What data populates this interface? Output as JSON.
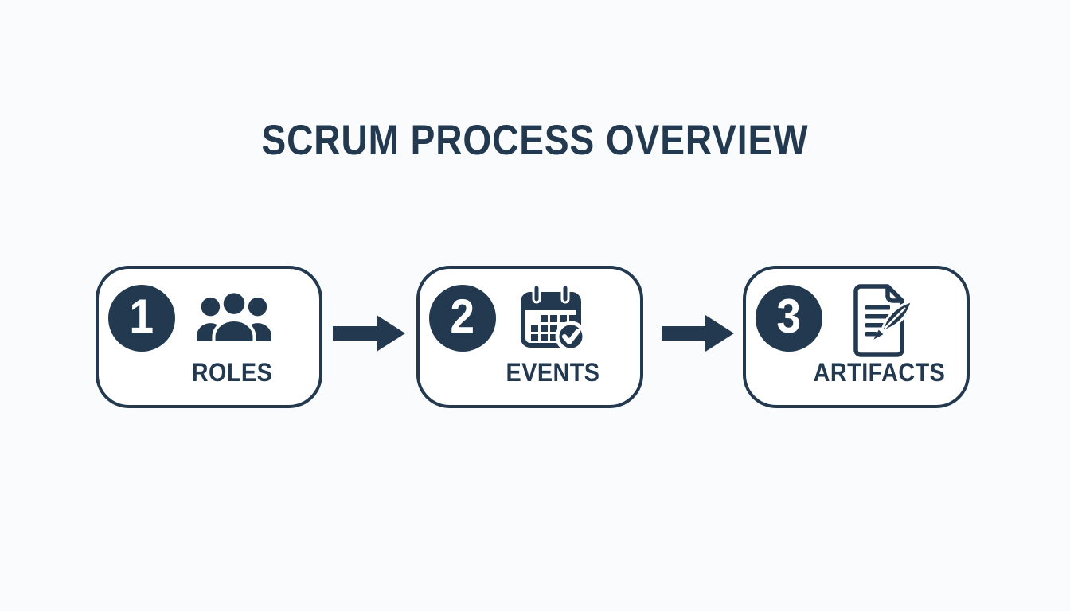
{
  "title": "SCRUM PROCESS OVERVIEW",
  "steps": [
    {
      "number": "1",
      "label": "ROLES",
      "icon": "team-people-icon"
    },
    {
      "number": "2",
      "label": "EVENTS",
      "icon": "calendar-check-icon"
    },
    {
      "number": "3",
      "label": "ARTIFACTS",
      "icon": "document-pen-icon"
    }
  ],
  "arrows": [
    {
      "name": "flow-arrow-1",
      "direction": "right"
    },
    {
      "name": "flow-arrow-2",
      "direction": "right"
    }
  ],
  "colors": {
    "navy": "#22394f",
    "page_background": "#fafbfc",
    "card_background": "#ffffff"
  }
}
